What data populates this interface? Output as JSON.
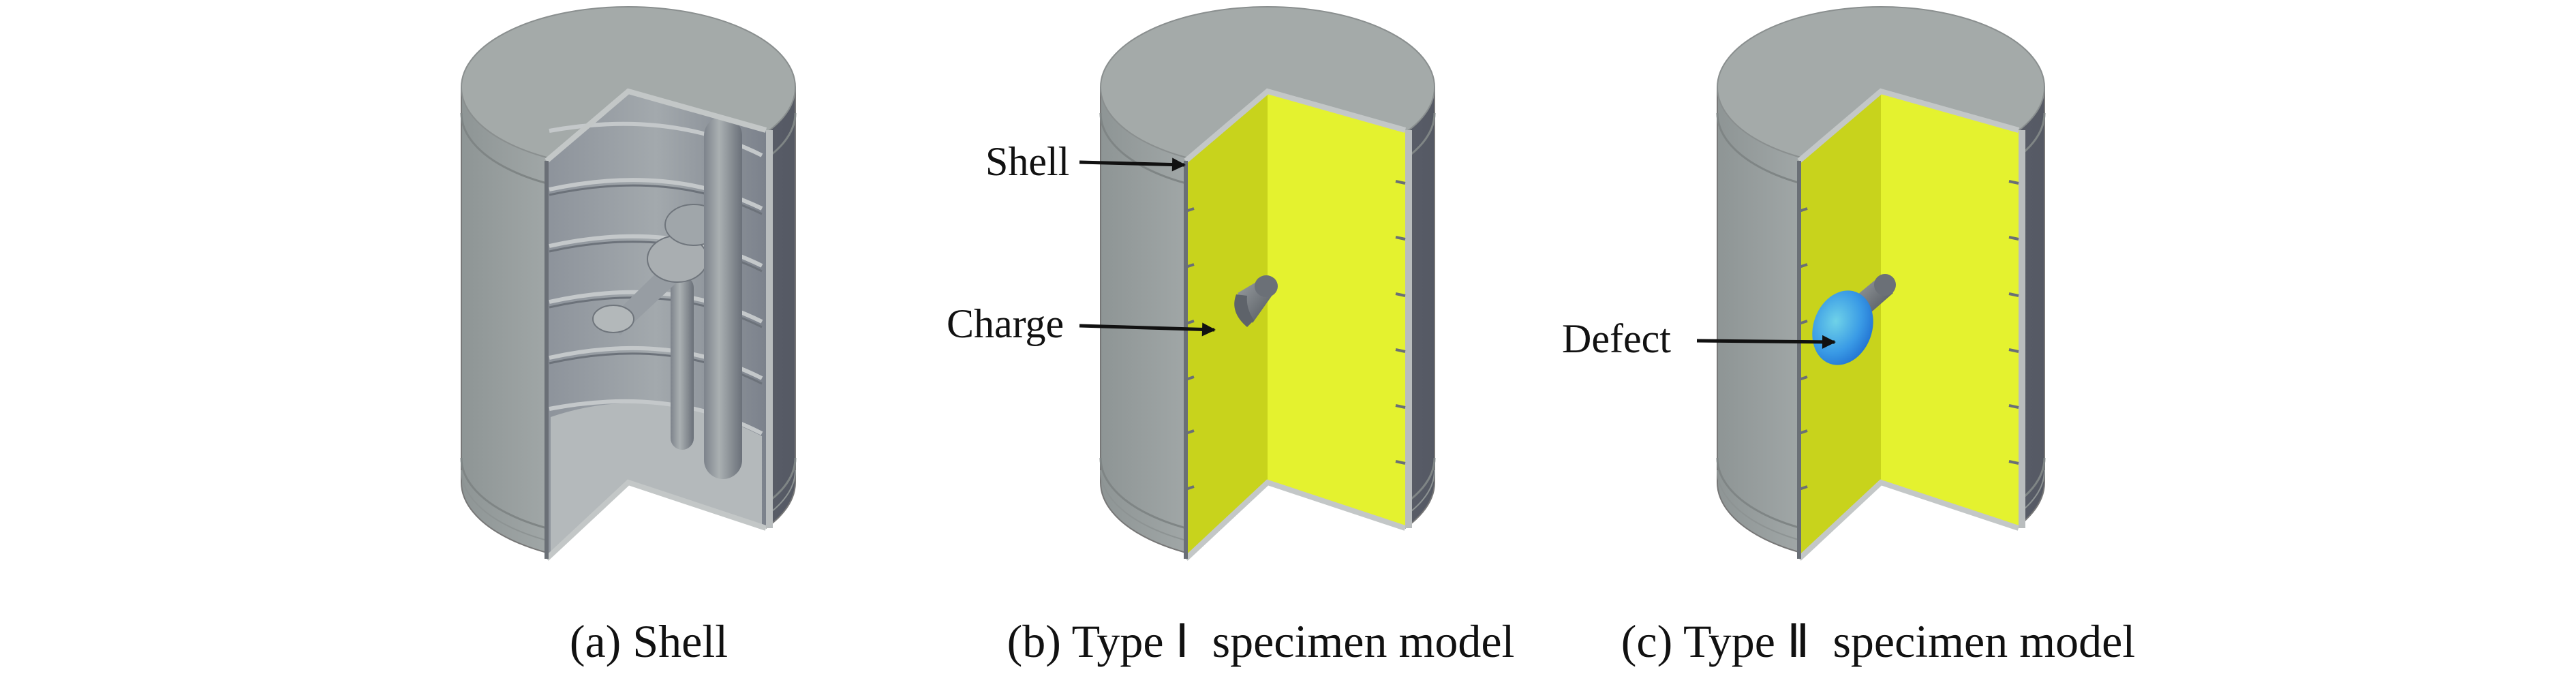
{
  "figure": {
    "panels": [
      {
        "id": "a",
        "caption": "(a) Shell"
      },
      {
        "id": "b",
        "caption": "(b) Type Ⅰ  specimen model",
        "labels": {
          "shell": "Shell",
          "charge": "Charge"
        }
      },
      {
        "id": "c",
        "caption": "(c) Type Ⅱ  specimen model",
        "labels": {
          "defect": "Defect"
        }
      }
    ],
    "colors": {
      "shell_gray": "#a3a9a8",
      "charge_yellow_shadow": "#c8d31c",
      "charge_yellow_lit": "#e4f22f",
      "defect_blue": "#3a9be6"
    }
  }
}
